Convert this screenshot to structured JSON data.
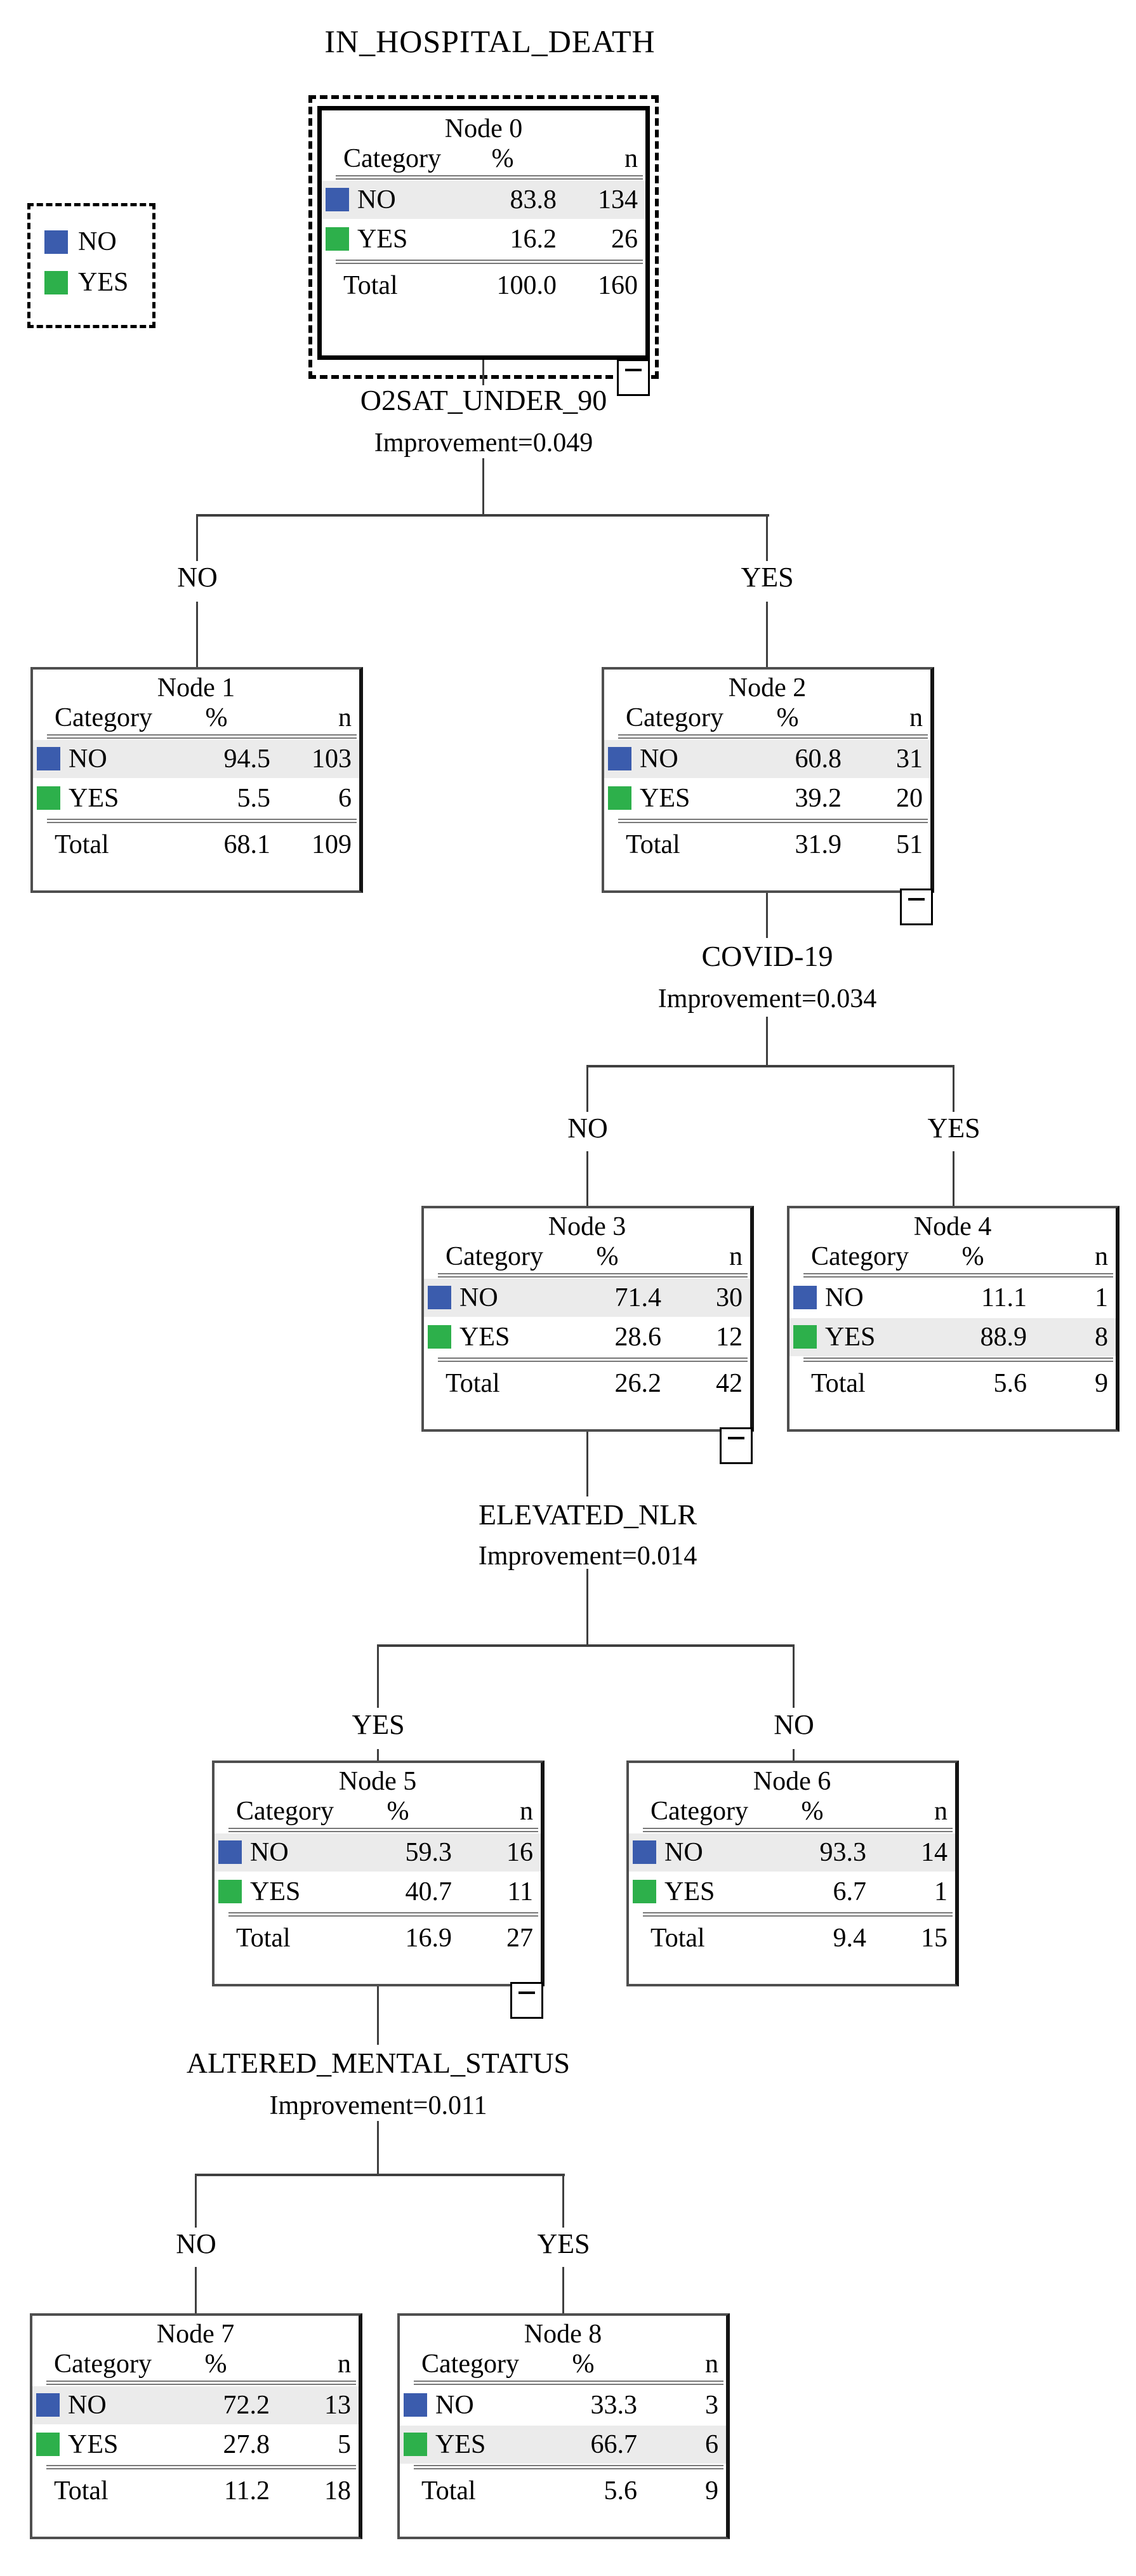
{
  "title": "IN_HOSPITAL_DEATH",
  "colors": {
    "category_no_blue": "#3B5CAD",
    "category_yes_green": "#2DB04B",
    "row_highlight_gray": "#EBEBEB",
    "connector_gray": "#3F3F3F"
  },
  "legend": {
    "items": [
      {
        "label": "NO",
        "swatch": "no-blue-swatch"
      },
      {
        "label": "YES",
        "swatch": "yes-green-swatch"
      }
    ]
  },
  "table_headers": {
    "category": "Category",
    "percent": "%",
    "count": "n",
    "total": "Total"
  },
  "splits": [
    {
      "variable": "O2SAT_UNDER_90",
      "improvement": "Improvement=0.049",
      "left_label": "NO",
      "right_label": "YES"
    },
    {
      "variable": "COVID-19",
      "improvement": "Improvement=0.034",
      "left_label": "NO",
      "right_label": "YES"
    },
    {
      "variable": "ELEVATED_NLR",
      "improvement": "Improvement=0.014",
      "left_label": "YES",
      "right_label": "NO"
    },
    {
      "variable": "ALTERED_MENTAL_STATUS",
      "improvement": "Improvement=0.011",
      "left_label": "NO",
      "right_label": "YES"
    }
  ],
  "nodes": [
    {
      "title": "Node 0",
      "rows": [
        {
          "label": "NO",
          "pct": "83.8",
          "n": "134",
          "highlight": true
        },
        {
          "label": "YES",
          "pct": "16.2",
          "n": "26",
          "highlight": false
        }
      ],
      "total": {
        "pct": "100.0",
        "n": "160"
      },
      "selected": true,
      "collapsible": true
    },
    {
      "title": "Node 1",
      "rows": [
        {
          "label": "NO",
          "pct": "94.5",
          "n": "103",
          "highlight": true
        },
        {
          "label": "YES",
          "pct": "5.5",
          "n": "6",
          "highlight": false
        }
      ],
      "total": {
        "pct": "68.1",
        "n": "109"
      },
      "selected": false,
      "collapsible": false
    },
    {
      "title": "Node 2",
      "rows": [
        {
          "label": "NO",
          "pct": "60.8",
          "n": "31",
          "highlight": true
        },
        {
          "label": "YES",
          "pct": "39.2",
          "n": "20",
          "highlight": false
        }
      ],
      "total": {
        "pct": "31.9",
        "n": "51"
      },
      "selected": false,
      "collapsible": true
    },
    {
      "title": "Node 3",
      "rows": [
        {
          "label": "NO",
          "pct": "71.4",
          "n": "30",
          "highlight": true
        },
        {
          "label": "YES",
          "pct": "28.6",
          "n": "12",
          "highlight": false
        }
      ],
      "total": {
        "pct": "26.2",
        "n": "42"
      },
      "selected": false,
      "collapsible": true
    },
    {
      "title": "Node 4",
      "rows": [
        {
          "label": "NO",
          "pct": "11.1",
          "n": "1",
          "highlight": false
        },
        {
          "label": "YES",
          "pct": "88.9",
          "n": "8",
          "highlight": true
        }
      ],
      "total": {
        "pct": "5.6",
        "n": "9"
      },
      "selected": false,
      "collapsible": false
    },
    {
      "title": "Node 5",
      "rows": [
        {
          "label": "NO",
          "pct": "59.3",
          "n": "16",
          "highlight": true
        },
        {
          "label": "YES",
          "pct": "40.7",
          "n": "11",
          "highlight": false
        }
      ],
      "total": {
        "pct": "16.9",
        "n": "27"
      },
      "selected": false,
      "collapsible": true
    },
    {
      "title": "Node 6",
      "rows": [
        {
          "label": "NO",
          "pct": "93.3",
          "n": "14",
          "highlight": true
        },
        {
          "label": "YES",
          "pct": "6.7",
          "n": "1",
          "highlight": false
        }
      ],
      "total": {
        "pct": "9.4",
        "n": "15"
      },
      "selected": false,
      "collapsible": false
    },
    {
      "title": "Node 7",
      "rows": [
        {
          "label": "NO",
          "pct": "72.2",
          "n": "13",
          "highlight": true
        },
        {
          "label": "YES",
          "pct": "27.8",
          "n": "5",
          "highlight": false
        }
      ],
      "total": {
        "pct": "11.2",
        "n": "18"
      },
      "selected": false,
      "collapsible": false
    },
    {
      "title": "Node 8",
      "rows": [
        {
          "label": "NO",
          "pct": "33.3",
          "n": "3",
          "highlight": false
        },
        {
          "label": "YES",
          "pct": "66.7",
          "n": "6",
          "highlight": true
        }
      ],
      "total": {
        "pct": "5.6",
        "n": "9"
      },
      "selected": false,
      "collapsible": false
    }
  ]
}
